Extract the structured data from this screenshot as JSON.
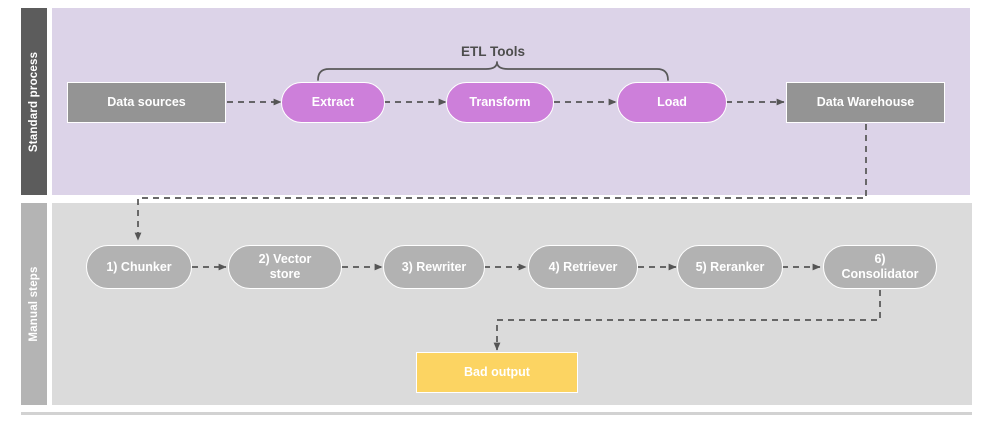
{
  "diagram": {
    "title": "ETL pipeline and manual RAG steps swimlane diagram",
    "colors": {
      "lane_top_background": "#DCD3E8",
      "lane_bottom_background": "#DBDBDB",
      "lane_top_label_background": "#5C5C5C",
      "lane_bottom_label_background": "#B4B4B4",
      "source_box": "#949494",
      "etl_pill": "#CD7FDA",
      "manual_pill": "#B2B2B2",
      "bad_output": "#FCD462",
      "connector": "#555555",
      "bracket": "#595959"
    },
    "lanes": [
      {
        "id": "standard-process",
        "label": "Standard process"
      },
      {
        "id": "manual-steps",
        "label": "Manual steps"
      }
    ],
    "bracket": {
      "label": "ETL Tools",
      "spans": [
        "Extract",
        "Transform",
        "Load"
      ]
    },
    "standard_process": {
      "nodes": [
        {
          "id": "data-sources",
          "label": "Data sources",
          "shape": "rect"
        },
        {
          "id": "extract",
          "label": "Extract",
          "shape": "pill"
        },
        {
          "id": "transform",
          "label": "Transform",
          "shape": "pill"
        },
        {
          "id": "load",
          "label": "Load",
          "shape": "pill"
        },
        {
          "id": "data-warehouse",
          "label": "Data Warehouse",
          "shape": "rect"
        }
      ]
    },
    "manual_steps": {
      "nodes": [
        {
          "id": "chunker",
          "label": "1) Chunker",
          "shape": "pill"
        },
        {
          "id": "vector-store",
          "label": "2) Vector store",
          "shape": "pill"
        },
        {
          "id": "rewriter",
          "label": "3) Rewriter",
          "shape": "pill"
        },
        {
          "id": "retriever",
          "label": "4) Retriever",
          "shape": "pill"
        },
        {
          "id": "reranker",
          "label": "5) Reranker",
          "shape": "pill"
        },
        {
          "id": "consolidator",
          "label": "6) Consolidator",
          "shape": "pill"
        }
      ],
      "output": {
        "id": "bad-output",
        "label": "Bad output",
        "shape": "rect"
      }
    },
    "edges": [
      {
        "from": "data-sources",
        "to": "extract",
        "style": "dashed-arrow"
      },
      {
        "from": "extract",
        "to": "transform",
        "style": "dashed-arrow"
      },
      {
        "from": "transform",
        "to": "load",
        "style": "dashed-arrow"
      },
      {
        "from": "load",
        "to": "data-warehouse",
        "style": "dashed-arrow"
      },
      {
        "from": "data-warehouse",
        "to": "chunker",
        "style": "dashed-arrow-elbow"
      },
      {
        "from": "chunker",
        "to": "vector-store",
        "style": "dashed-arrow"
      },
      {
        "from": "vector-store",
        "to": "rewriter",
        "style": "dashed-arrow"
      },
      {
        "from": "rewriter",
        "to": "retriever",
        "style": "dashed-arrow"
      },
      {
        "from": "retriever",
        "to": "reranker",
        "style": "dashed-arrow"
      },
      {
        "from": "reranker",
        "to": "consolidator",
        "style": "dashed-arrow"
      },
      {
        "from": "consolidator",
        "to": "bad-output",
        "style": "dashed-arrow-elbow"
      }
    ]
  }
}
